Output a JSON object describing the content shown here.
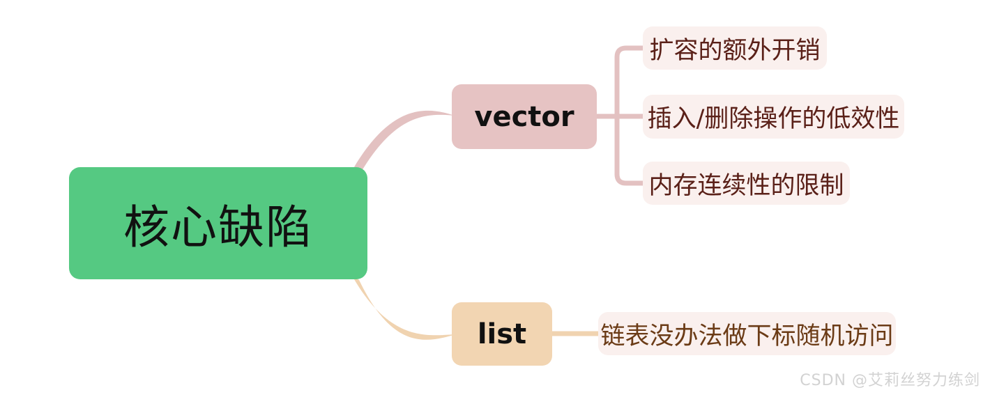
{
  "diagram": {
    "type": "mindmap",
    "title_node": "核心缺陷",
    "watermark": "CSDN @艾莉丝努力练剑",
    "colors": {
      "root_fill": "#55c982",
      "vector_fill": "#e6c3c3",
      "list_fill": "#f2d5b2",
      "leaf_fill": "#faf0ee",
      "pink_connector": "#e3c1c1",
      "tan_connector": "#f0d3b0",
      "pink_text": "#5a2018",
      "brown_text": "#6b3b16",
      "root_text": "#111111",
      "watermark_text": "#d2d2d2"
    },
    "root": {
      "label": "核心缺陷"
    },
    "branches": [
      {
        "id": "vector",
        "label": "vector",
        "accent": "#e6c3c3",
        "leaves": [
          {
            "label": "扩容的额外开销"
          },
          {
            "label": "插入/删除操作的低效性"
          },
          {
            "label": "内存连续性的限制"
          }
        ]
      },
      {
        "id": "list",
        "label": "list",
        "accent": "#f2d5b2",
        "leaves": [
          {
            "label": "链表没办法做下标随机访问"
          }
        ]
      }
    ]
  }
}
